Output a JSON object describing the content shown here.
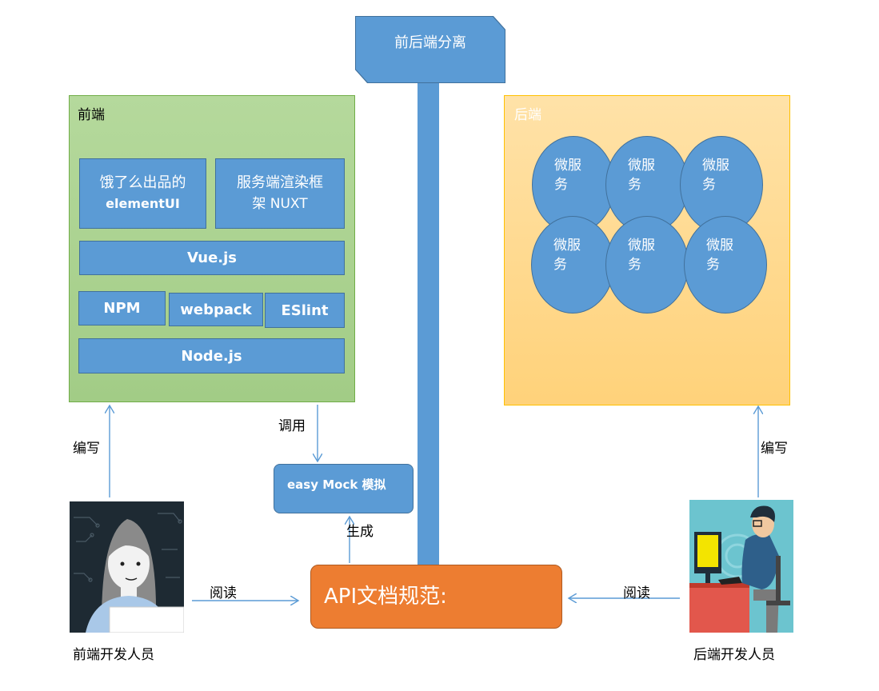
{
  "top_banner": {
    "label": "前后端分离"
  },
  "frontend": {
    "title": "前端",
    "element_ui": {
      "line1": "饿了么出品的",
      "line2": "elementUI"
    },
    "nuxt": {
      "line1": "服务端渲染框",
      "line2": "架 NUXT"
    },
    "vue": "Vue.js",
    "npm": "NPM",
    "webpack": "webpack",
    "eslint": "ESlint",
    "node": "Node.js"
  },
  "backend": {
    "title": "后端",
    "services": [
      {
        "line1": "微服",
        "line2": "务"
      },
      {
        "line1": "微服",
        "line2": "务"
      },
      {
        "line1": "微服",
        "line2": "务"
      },
      {
        "line1": "微服",
        "line2": "务"
      },
      {
        "line1": "微服",
        "line2": "务"
      },
      {
        "line1": "微服",
        "line2": "务"
      }
    ]
  },
  "mock": {
    "label": "easy Mock  模拟"
  },
  "api_doc": {
    "label": "API文档规范:"
  },
  "edges": {
    "call": "调用",
    "generate": "生成",
    "write_left": "编写",
    "write_right": "编写",
    "read_left": "阅读",
    "read_right": "阅读"
  },
  "people": {
    "frontend_dev": "前端开发人员",
    "backend_dev": "后端开发人员"
  },
  "colors": {
    "blue": "#5b9bd5",
    "frontend_panel": "#a9d18e",
    "backend_panel": "#ffd98e",
    "api_orange": "#ed7d31"
  }
}
